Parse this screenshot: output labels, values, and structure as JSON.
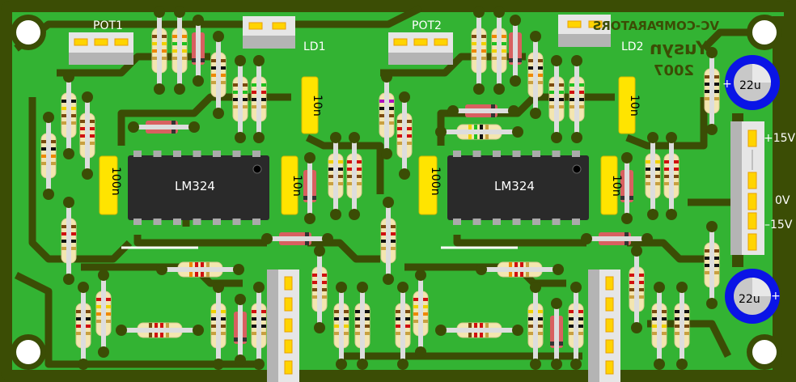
{
  "board": {
    "title_mirrored": "VC-COMPARATORS",
    "author_mirrored": "Yusyn",
    "year_mirrored": "2007"
  },
  "labels": {
    "pot1": "POT1",
    "pot2": "POT2",
    "ld1": "LD1",
    "ld2": "LD2",
    "plus15": "+15V",
    "zero": "0V",
    "minus15": "–15V"
  },
  "ics": [
    {
      "part": "LM324"
    },
    {
      "part": "LM324"
    }
  ],
  "capacitors": {
    "c_10n": "10n",
    "c_100n": "100n",
    "elec": "22u",
    "elec_plus": "+"
  },
  "colors": {
    "board": "#33b333",
    "copper": "#3b4d05",
    "pad_yellow": "#ffd400",
    "electrolytic": "#0a14e6"
  }
}
